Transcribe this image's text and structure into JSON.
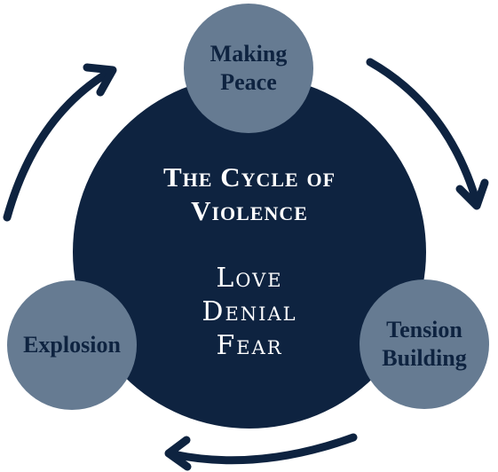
{
  "diagram": {
    "title_lines": [
      "The Cycle of",
      "Violence"
    ],
    "emotions": [
      "Love",
      "Denial",
      "Fear"
    ],
    "stages": [
      {
        "id": "peace",
        "lines": [
          "Making",
          "Peace"
        ]
      },
      {
        "id": "tension",
        "lines": [
          "Tension",
          "Building"
        ]
      },
      {
        "id": "explosion",
        "lines": [
          "Explosion"
        ]
      }
    ],
    "colors": {
      "center": "#0e2340",
      "stage_fill": "#667b92",
      "stage_text": "#0e2340",
      "arrow": "#0e2340",
      "center_text": "#ffffff"
    },
    "arrow_direction": "clockwise"
  }
}
